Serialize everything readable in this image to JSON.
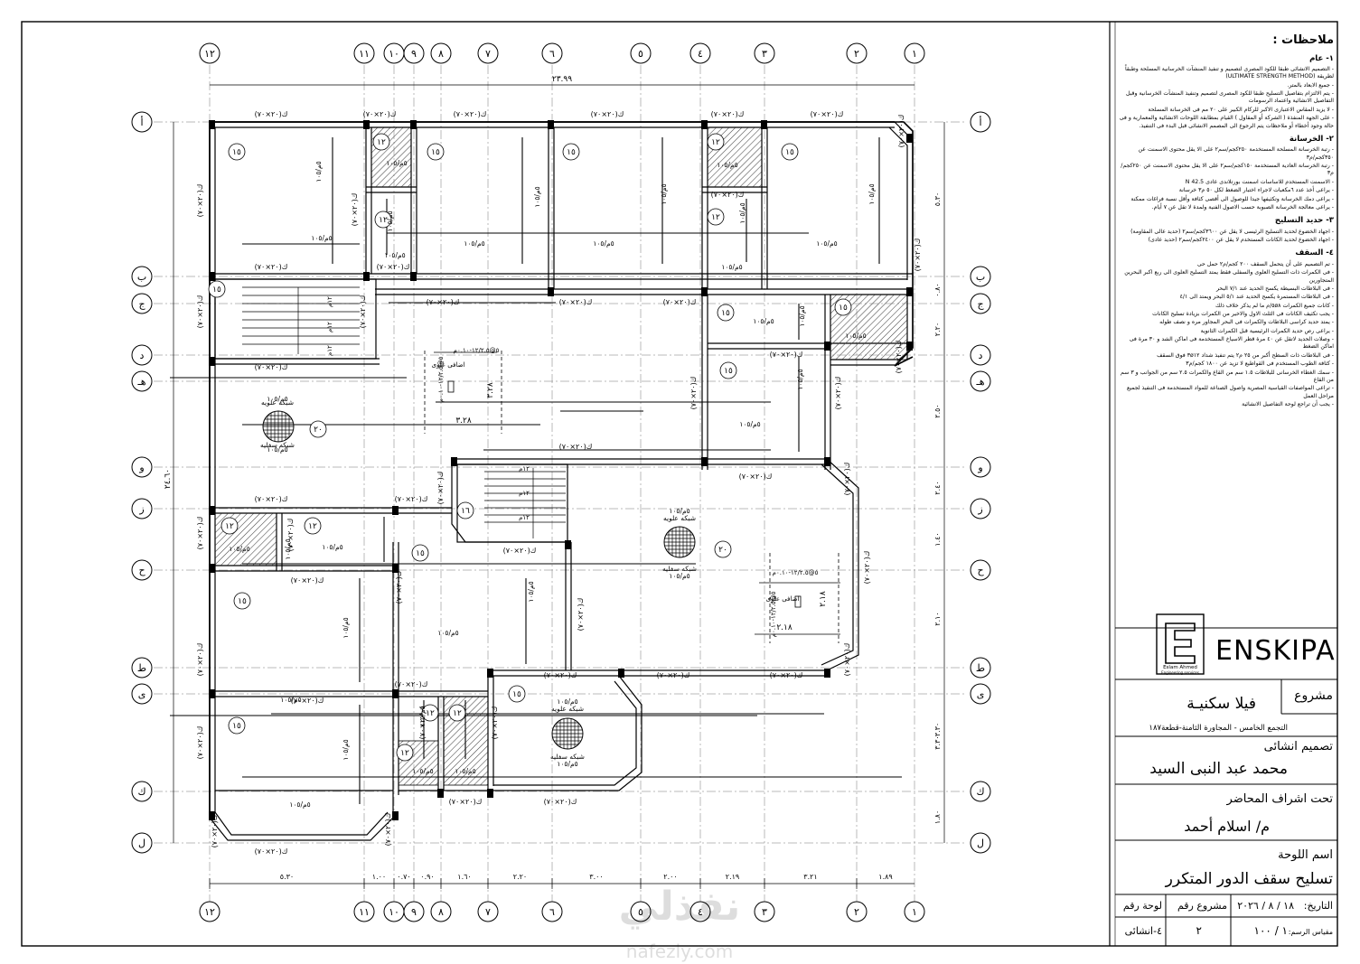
{
  "grid": {
    "columns_top": [
      "١٢",
      "١١",
      "١٠",
      "٩",
      "٨",
      "٧",
      "٦",
      "٥",
      "٤",
      "٣",
      "٢",
      "١"
    ],
    "rows_left": [
      "أ",
      "ب",
      "ج",
      "د",
      "هـ",
      "و",
      "ز",
      "ح",
      "ط",
      "ى",
      "ك",
      "ل"
    ],
    "overall_dim": "٢٣.٩٩",
    "bottom_dims": [
      "٥.٣٠",
      "١.٠٠",
      "٠.٧٠",
      "٠.٩٠",
      "١.٦٠",
      "٢.٢٠",
      "٣.٠٠",
      "٢.٠٠",
      "٢.١٩",
      "٣.٢١",
      "١.٨٩"
    ],
    "right_dims": [
      "٥.٣٠",
      "٠.٨٠",
      "٢.٢٠",
      "٢.٥٠",
      "٢.٤٠",
      "١.٤٠",
      "٢.١٠",
      "٣.٣٠",
      "٣.٣٠",
      "١.٨٠"
    ],
    "left_total": "٢٤.٦٠"
  },
  "labels": {
    "beam": "ك(٢٠×٧٠)",
    "beam_v": "ك(٢٠×٧٠)",
    "slab15": "١٥",
    "slab12": "١٢",
    "slab20": "٢٠",
    "slab16": "١٦",
    "rebar": "٥م/١٠٥",
    "upper_mesh": "شبكه علويه",
    "lower_mesh": "شبكه سفليه",
    "upper_add": "اضافى علوى",
    "detail_dim1": "٣.٢٨",
    "detail_dim2": "٢.١٨",
    "detail_rebar1": "٥@١٢/٢.٥-٠.١٠م",
    "detail_rebar2": "٥@١٢/٢.٥-٠.١٠م",
    "stair_r": "١٢م"
  },
  "notes": {
    "title": "ملاحظات :",
    "s1": "١- عام",
    "s1_items": [
      "- التصميم الانشائى طبقا للكود المصرى لتصميم و تنفيذ المنشآت الخرسانية المسلحة وطبقاً لطريقة (ULTIMATE STRENGTH METHOD)",
      "- جميع الابعاد بالمتر.",
      "- يتم الالتزام بتفاصيل التسليح طبقا للكود المصرى لتصميم وتنفيذ المنشآت الخرسانية وقبل التفاصيل الانشائية واعتماد الرسومات",
      "- لا يزيد المقاس الاعتبارى الاكبر للركام الكبير على ٢٠ مم فى الخرسانة المسلحة",
      "- على الجهة المنفذة ( الشركة أو المقاول ) القيام بمطابقة اللوحات الانشائية والمعمارية و فى حالة وجود أخطاء أو ملاحظات يتم الرجوع الى المصمم الانشائى قبل البدء فى التنفيذ."
    ],
    "s2": "٢- الخرسانة",
    "s2_items": [
      "- رتبة الخرسانة المسلحة المستخدمة ٢٥٠كجم/سم٢ على الا يقل محتوى الاسمنت عن ٣٥٠كجم/م٣",
      "- رتبة الخرسانة العادية المستخدمة ١٥٠كجم/سم٢ على الا يقل محتوى الاسمنت عن ٢٥٠كجم/م٣",
      "- الاسمنت المستخدم للاساسات اسمنت بورتلاندى عادى 42.5 N",
      "- يراعى أخذ عدد ٦مكعبات لاجراء اختبار الضغط لكل ٥٠ م٣ خرسانة",
      "- يراعى دمك الخرسانة وتكثيفها جيدا للوصول الى أقصى كثافة وأقل نسبة فراغات ممكنة",
      "- يراعى معالجة الخرسانة الصبوبة حسب الاصول الفنية ولمدة لا تقل عن ٧ أيام."
    ],
    "s3": "٣- حديد التسليح",
    "s3_items": [
      "- اجهاد الخضوع لحديد التسليح الرئيسى لا يقل عن ٣٦٠٠كجم/سم٢ (حديد عالى المقاومة)",
      "- اجهاد الخضوع لحديد الكانات المستخدم لا يقل عن ٢٤٠٠كجم/سم٢ (حديد عادى)"
    ],
    "s4": "٤- السقف",
    "s4_items": [
      "- تم التصميم على أن يتحمل السقف ٢٠٠ كجم/م٢ حمل حى",
      "- فى الكمرات ذات التسليح العلوى والسفلى فقط يمتد التسليح العلوى الى ربع اكبر البحرين المتجاورين",
      "- فى البلاطات البسيطة يكسح الحديد عند ٧/١ البحر",
      "- فى البلاطات المستمرة يكسح الحديد عند ٥/١ البحر ويمتد الى ٤/١",
      "- كانات جميع الكمرات ٥ø٨/م ما لم يذكر خلاف ذلك",
      "- يجب تكثيف الكانات فى الثلث الاول والاخير من الكمرات بزيادة تسليح الكانات",
      "- يمتد حديد كراسى البلاطات والكمرات فى البحر المجاور مره و نصف طوله",
      "- يراعى رص حديد الكمرات الرئيسية قبل الكمرات الثانوية",
      "- وصلات الحديد لاتقل عن ٤٠ مرة قطر الاسياخ المستخدمة فى اماكن الشد و ٣٠ مرة فى اماكن الضغط",
      "- فى البلاطات ذات السطح أكبر من ٢٥ م٢ يتم تنفيذ شداد ٣ø١٢ فوق السقف",
      "- كثافة الطوب المستخدم فى القواطيع لا تزيد عن ١٨٠٠ كجم/م٣",
      "- سمك الغطاء الخرسانى للبلاطات ١.٥ سم من القاع والكمرات ٢.٥ سم من الجوانب و ٣ سم من القاع",
      "- تراعى المواصفات القياسية المصرية واصول الصناعة للمواد المستخدمة فى التنفيذ لجميع مراحل العمل",
      "- يجب أن تراجع لوحة التفاصيل الانشائية"
    ]
  },
  "titleblock": {
    "logo_name": "ENSKIPA",
    "logo_sub1": "Eslam Ahmed",
    "logo_sub2": "Engineering services",
    "project_label": "مشروع",
    "project_name": "فيلا سكنيـة",
    "project_loc": "التجمع الخامس - المجاورة الثامنة-قطعة١٨٧",
    "design_label": "تصميم انشائى",
    "designer": "محمد عبد النبى السيد",
    "supervision_label": "تحت اشراف المحاضر",
    "supervisor": "م/ اسلام أحمد",
    "sheet_name_label": "اسم اللوحة",
    "sheet_name": "تسليح سقف الدور المتكرر",
    "date_label": "التاريخ:",
    "date_value": "١٨ / ٨ / ٢٠٢٦",
    "project_no_label": "مشروع رقم",
    "project_no": "٢",
    "sheet_no_label": "لوحة رقم",
    "sheet_no": "٤-انشائى",
    "scale_label": "مقياس الرسم:",
    "scale_value": "١ / ١٠٠"
  },
  "watermark": {
    "text": "نفذلي",
    "url": "nafezly.com"
  }
}
